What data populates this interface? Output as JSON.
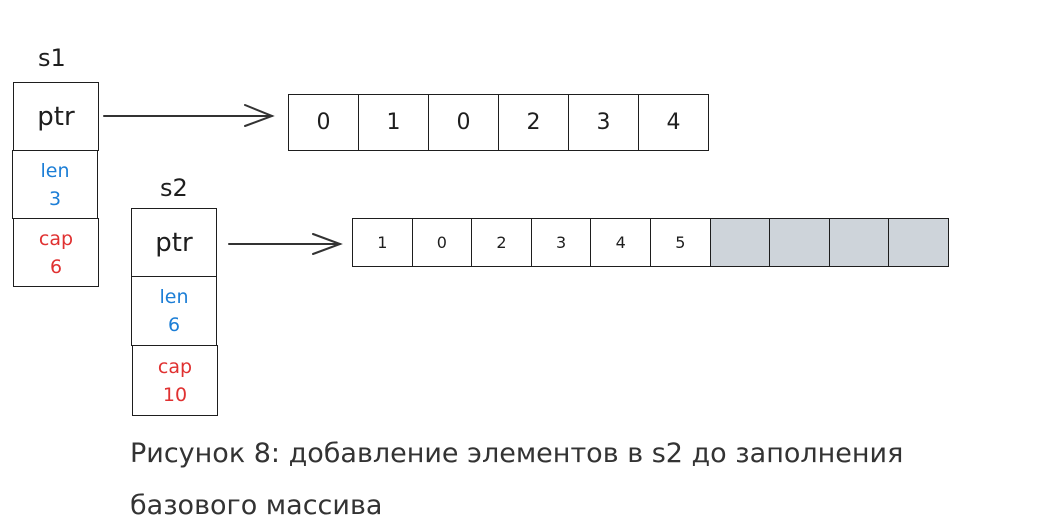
{
  "s1": {
    "name": "s1",
    "ptr": "ptr",
    "len_label": "len",
    "len": "3",
    "cap_label": "cap",
    "cap": "6"
  },
  "s2": {
    "name": "s2",
    "ptr": "ptr",
    "len_label": "len",
    "len": "6",
    "cap_label": "cap",
    "cap": "10"
  },
  "array1": [
    "0",
    "1",
    "0",
    "2",
    "3",
    "4"
  ],
  "array2": [
    "1",
    "0",
    "2",
    "3",
    "4",
    "5",
    "",
    "",
    "",
    ""
  ],
  "colors": {
    "len": "#1c7ed6",
    "cap": "#e03131",
    "empty_cell": "#ced4da"
  },
  "caption": {
    "line1": "Рисунок 8: добавление элементов в s2 до заполнения",
    "line2": "базового массива"
  }
}
